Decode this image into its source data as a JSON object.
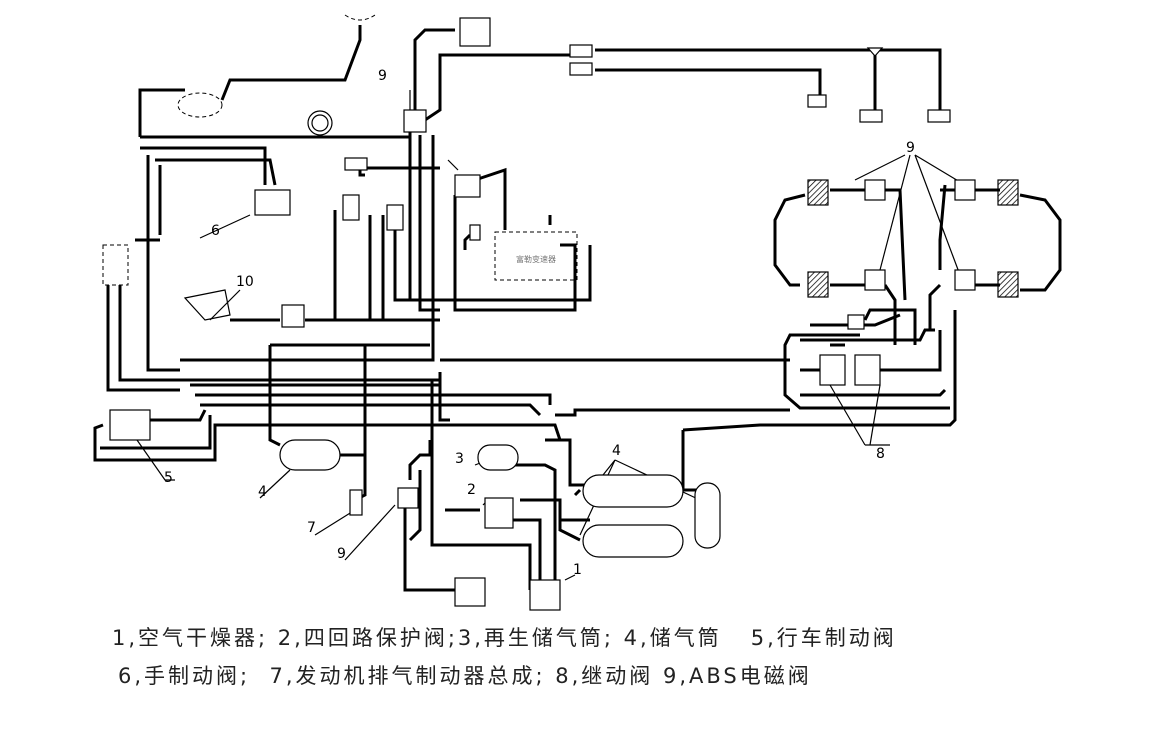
{
  "diagram": {
    "callouts": [
      "1",
      "2",
      "3",
      "4",
      "5",
      "6",
      "7",
      "8",
      "9",
      "10"
    ],
    "transmission_label": "富勒变速器"
  },
  "legend": {
    "line1": "1,空气干燥器; 2,四回路保护阀;3,再生储气筒; 4,储气筒   5,行车制动阀",
    "line2": "6,手制动阀;  7,发动机排气制动器总成; 8,继动阀 9,ABS电磁阀"
  }
}
